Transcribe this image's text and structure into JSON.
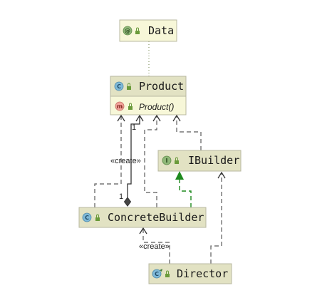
{
  "nodes": {
    "data": {
      "name": "Data",
      "kind_glyph": "@"
    },
    "product": {
      "name": "Product",
      "kind_glyph": "C",
      "method": "Product()",
      "method_glyph": "m"
    },
    "ibuilder": {
      "name": "IBuilder",
      "kind_glyph": "I"
    },
    "concrete_builder": {
      "name": "ConcreteBuilder",
      "kind_glyph": "C"
    },
    "director": {
      "name": "Director",
      "kind_glyph": "C"
    }
  },
  "edges": {
    "create_product": "«create»",
    "create_builder": "«create»",
    "multiplicity_product_end": "1",
    "multiplicity_builder_end": "1"
  },
  "colors": {
    "box_fill": "#f7f7d8",
    "header_fill": "#e2e2c3",
    "border": "#b8b8a0",
    "class_icon": "#7fb9d8",
    "interface_icon": "#8fb878",
    "annotation_icon": "#8fb878",
    "method_icon": "#f2a39a",
    "lock": "#6a9a3a",
    "realization_arrow": "#1e8a1e"
  }
}
